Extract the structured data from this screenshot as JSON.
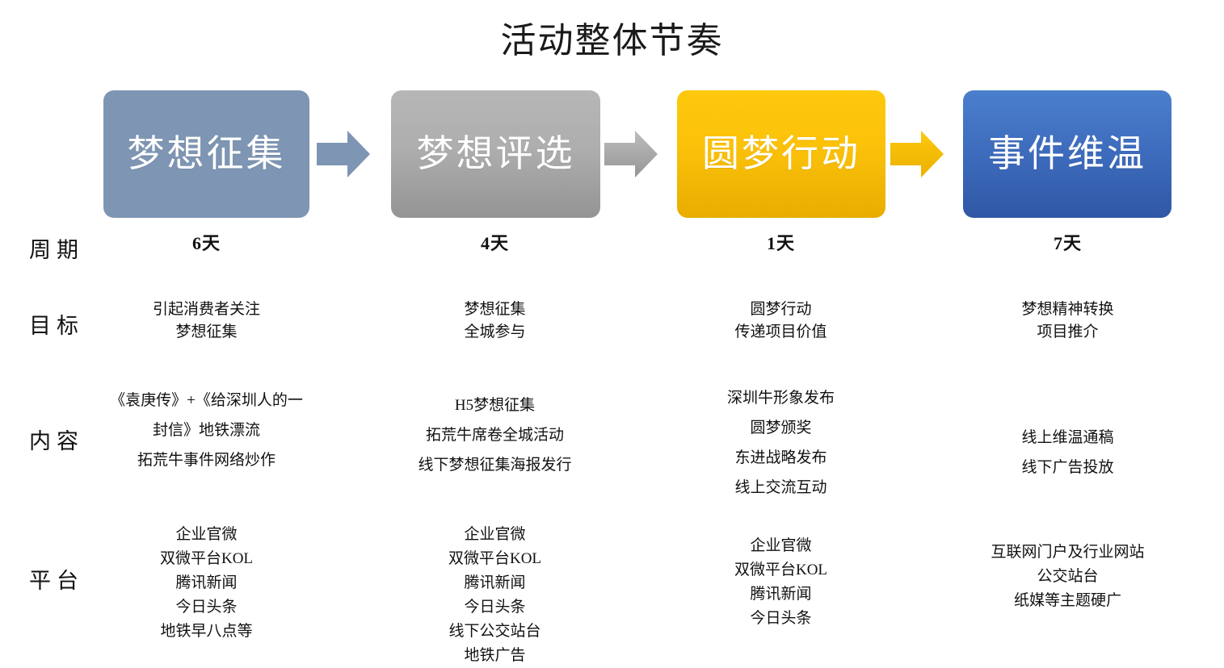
{
  "slide": {
    "title": "活动整体节奏"
  },
  "stages": [
    {
      "label": "梦想征集",
      "color": "#7e95b3",
      "arrow_color": "#7e95b3",
      "has_arrow": true
    },
    {
      "label": "梦想评选",
      "color": "#aeaeae",
      "arrow_color": "#a8a8a8",
      "has_arrow": true
    },
    {
      "label": "圆梦行动",
      "color": "#fcc20a",
      "arrow_color": "#fbc209",
      "has_arrow": true
    },
    {
      "label": "事件维温",
      "color": "#3f6dbe",
      "arrow_color": "",
      "has_arrow": false
    }
  ],
  "rows": [
    {
      "key": "period",
      "label": "周期"
    },
    {
      "key": "goal",
      "label": "目标"
    },
    {
      "key": "content",
      "label": "内容"
    },
    {
      "key": "platform",
      "label": "平台"
    }
  ],
  "columns": [
    {
      "period": "6天",
      "goal": [
        "引起消费者关注",
        "梦想征集"
      ],
      "content": [
        "《袁庚传》+《给深圳人的一",
        "封信》地铁漂流",
        "拓荒牛事件网络炒作"
      ],
      "platform": [
        "企业官微",
        "双微平台KOL",
        "腾讯新闻",
        "今日头条",
        "地铁早八点等"
      ]
    },
    {
      "period": "4天",
      "goal": [
        "梦想征集",
        "全城参与"
      ],
      "content": [
        "H5梦想征集",
        "拓荒牛席卷全城活动",
        "线下梦想征集海报发行"
      ],
      "platform": [
        "企业官微",
        "双微平台KOL",
        "腾讯新闻",
        "今日头条",
        "线下公交站台",
        "地铁广告"
      ]
    },
    {
      "period": "1天",
      "goal": [
        "圆梦行动",
        "传递项目价值"
      ],
      "content": [
        "深圳牛形象发布",
        "圆梦颁奖",
        "东进战略发布",
        "线上交流互动"
      ],
      "platform": [
        "企业官微",
        "双微平台KOL",
        "腾讯新闻",
        "今日头条"
      ]
    },
    {
      "period": "7天",
      "goal": [
        "梦想精神转换",
        "项目推介"
      ],
      "content": [
        "线上维温通稿",
        "线下广告投放"
      ],
      "platform": [
        "互联网门户及行业网站",
        "公交站台",
        "纸媒等主题硬广"
      ]
    }
  ]
}
